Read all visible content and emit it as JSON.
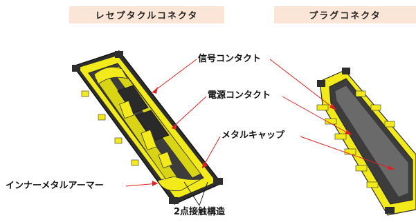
{
  "headers": {
    "receptacle": "レセプタクルコネクタ",
    "plug": "プラグコネクタ"
  },
  "labels": {
    "signal_contact": "信号コンタクト",
    "power_contact": "電源コンタクト",
    "metal_cap": "メタルキャップ",
    "inner_metal_armor": "インナーメタルアーマー",
    "two_point_contact": "2点接触構造"
  },
  "colors": {
    "header_bg": "#fbe5d6",
    "connector_yellow": "#f2ea1a",
    "connector_dark": "#3a3a3a",
    "leader_red": "#e02020",
    "leader_dark": "#222222"
  }
}
